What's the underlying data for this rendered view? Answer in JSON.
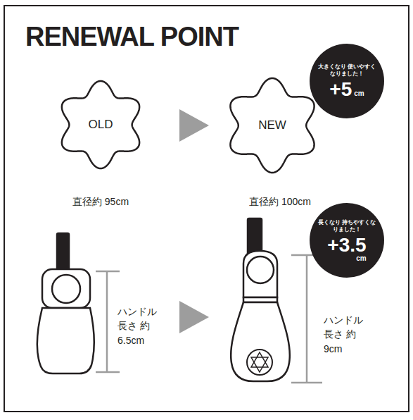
{
  "diagram": {
    "title": "RENEWAL POINT",
    "nodes": [
      {
        "text": [
          "OLD"
        ]
      },
      {
        "text": [
          "NEW"
        ]
      },
      {
        "text": [
          "大きくなり 使いやすくなりました！",
          "+5",
          "cm"
        ]
      },
      {
        "text": [
          "長くなり 持ちやすくなりました！",
          "+3.5",
          "cm"
        ]
      }
    ],
    "labels": [
      "直径約 95cm",
      "直径約 100cm",
      "ハンドル 長さ 約 6.5cm",
      "ハンドル 長さ 約 9cm"
    ]
  }
}
